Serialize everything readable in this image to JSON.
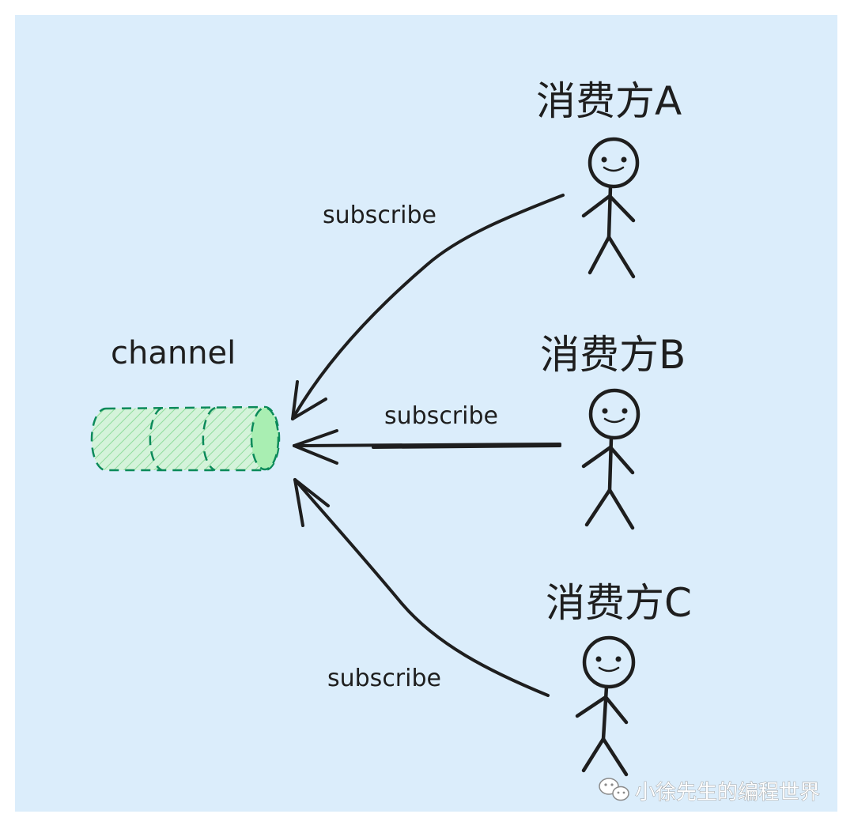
{
  "diagram": {
    "channel": {
      "label": "channel"
    },
    "consumers": [
      {
        "label": "消费方A",
        "edge_label": "subscribe"
      },
      {
        "label": "消费方B",
        "edge_label": "subscribe"
      },
      {
        "label": "消费方C",
        "edge_label": "subscribe"
      }
    ],
    "watermark": {
      "text": "小徐先生的编程世界"
    }
  },
  "colors": {
    "background": "#dbedfb",
    "ink": "#1e1e1e",
    "channel_fill": "#b2f2bb",
    "channel_stroke": "#0b8a5a",
    "channel_cap": "#a9eeb2"
  }
}
